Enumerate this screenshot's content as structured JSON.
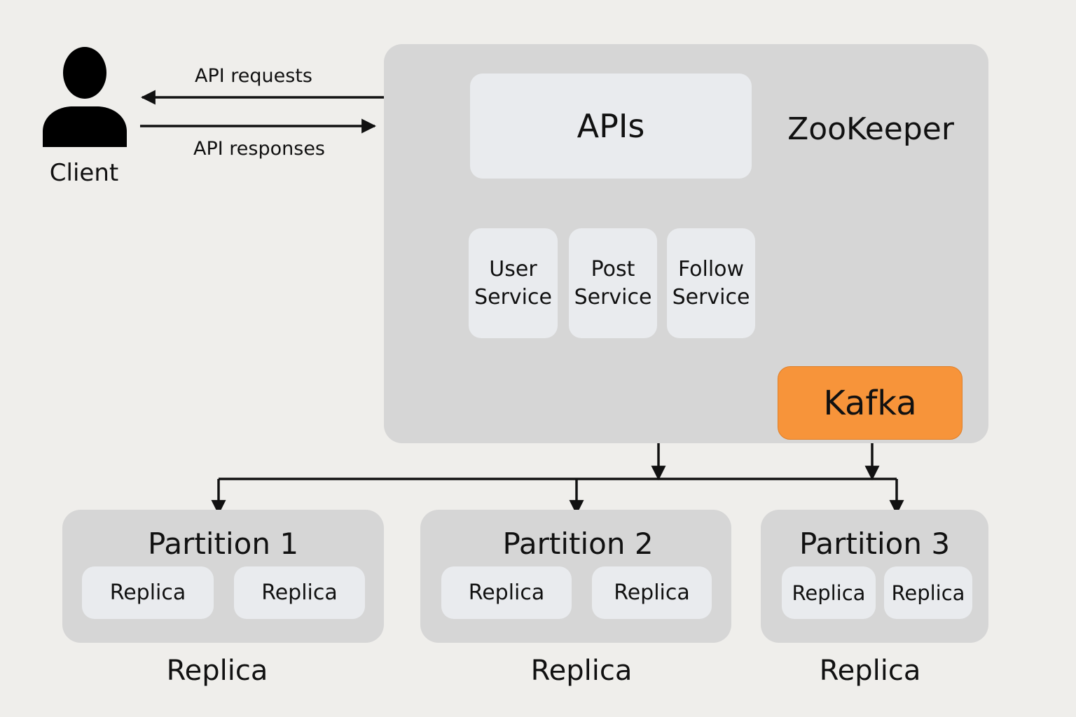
{
  "client": {
    "label": "Client",
    "icon": "user-icon"
  },
  "edges": {
    "requests": "API requests",
    "responses": "API responses"
  },
  "apis": {
    "label": "APIs"
  },
  "zookeeper": {
    "label": "ZooKeeper"
  },
  "services": [
    {
      "line1": "User",
      "line2": "Service"
    },
    {
      "line1": "Post",
      "line2": "Service"
    },
    {
      "line1": "Follow",
      "line2": "Service"
    }
  ],
  "kafka": {
    "label": "Kafka",
    "color": "#f7943a"
  },
  "partitions": [
    {
      "title": "Partition 1",
      "replicas": [
        "Replica",
        "Replica"
      ],
      "footer": "Replica"
    },
    {
      "title": "Partition 2",
      "replicas": [
        "Replica",
        "Replica"
      ],
      "footer": "Replica"
    },
    {
      "title": "Partition 3",
      "replicas": [
        "Replica",
        "Replica"
      ],
      "footer": "Replica"
    }
  ]
}
